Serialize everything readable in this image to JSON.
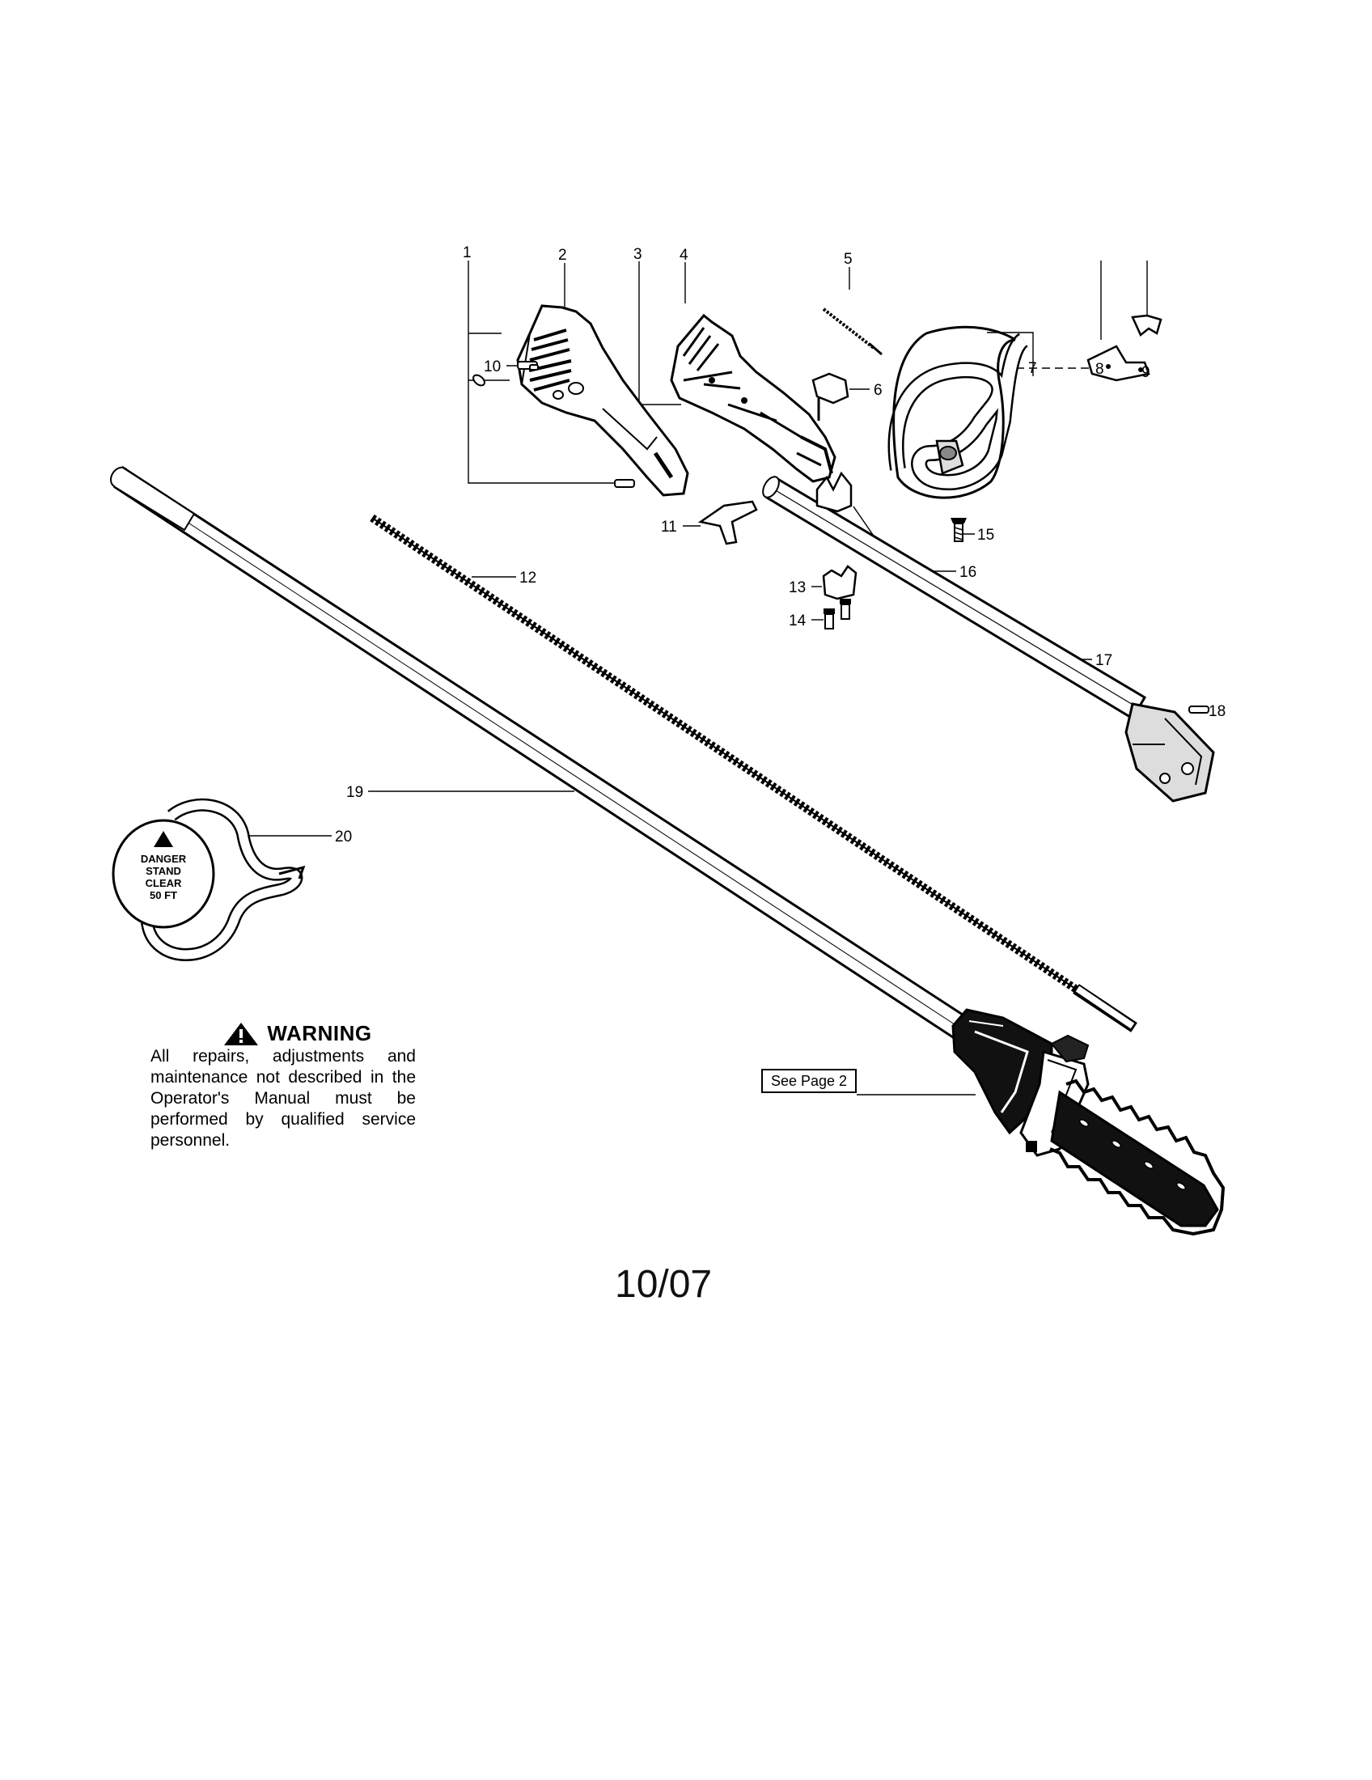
{
  "parts": {
    "p1": "1",
    "p2": "2",
    "p3": "3",
    "p4": "4",
    "p5": "5",
    "p6": "6",
    "p7": "7",
    "p8": "8",
    "p9": "9",
    "p10": "10",
    "p11": "11",
    "p12": "12",
    "p13": "13",
    "p14": "14",
    "p15": "15",
    "p16": "16",
    "p17": "17",
    "p18": "18",
    "p19": "19",
    "p20": "20"
  },
  "safety_label": {
    "line1": "DANGER",
    "line2": "STAND",
    "line3": "CLEAR",
    "line4": "50 FT"
  },
  "warning": {
    "title": "WARNING",
    "text": "All repairs, adjustments and maintenance not described in the Operator's Manual must be performed by qualified service personnel."
  },
  "see_page": "See Page 2",
  "date": "10/07"
}
